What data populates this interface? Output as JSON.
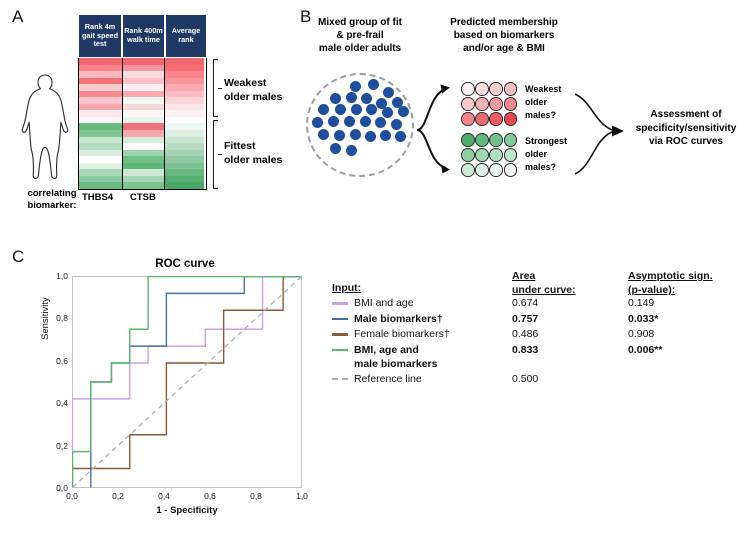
{
  "panels": {
    "a_letter": "A",
    "b_letter": "B",
    "c_letter": "C"
  },
  "panel_a": {
    "body_icon": "male-body-outline-icon",
    "caption": "correlating\nbiomarker:",
    "caption_line1": "correlating",
    "caption_line2": "biomarker:",
    "columns": [
      {
        "header": "Rank 4m gait speed test",
        "biomarker": "THBS4"
      },
      {
        "header": "Rank 400m walk time",
        "biomarker": "CTSB"
      },
      {
        "header": "Average rank",
        "biomarker": ""
      }
    ],
    "header_color": "#1f3864",
    "group_labels": [
      {
        "line1": "Weakest",
        "line2": "older males"
      },
      {
        "line1": "Fittest",
        "line2": "older males"
      }
    ],
    "heatmap": {
      "rows": 18,
      "col1": [
        "#f4666f",
        "#f8838b",
        "#fbb7bc",
        "#f5717a",
        "#fcc9cd",
        "#f58b93",
        "#fbc4c8",
        "#f9a6ac",
        "#fdeaec",
        "#fdf3f4",
        "#66bb7f",
        "#7ec593",
        "#c8e6cf",
        "#b2dcbd",
        "#d8eddd",
        "#ffffff",
        "#e2f1e6",
        "#a9d8b6",
        "#8ccb9f",
        "#6abc81"
      ],
      "col2": [
        "#f4666f",
        "#f9959c",
        "#fcdbde",
        "#fbbfc4",
        "#fdeff0",
        "#f9a9af",
        "#eef7f1",
        "#f6d7db",
        "#fdf6f7",
        "#e9f4ec",
        "#f07079",
        "#f7a7ae",
        "#d6ecdc",
        "#b6ded f",
        "#9dd2ac",
        "#6fbf87",
        "#5cb878",
        "#cfe8d6",
        "#a5d6b3",
        "#7cc492"
      ],
      "col3": [
        "#f4666f",
        "#f66f78",
        "#f8838b",
        "#f9969d",
        "#fbaab0",
        "#fcbec3",
        "#fdd2d6",
        "#fde5e8",
        "#fef3f4",
        "#ffffff",
        "#eef7f1",
        "#ddeee2",
        "#cbe6d3",
        "#b8dcc3",
        "#a4d3b2",
        "#90caa2",
        "#7cc192",
        "#68b881",
        "#57b073",
        "#4aa868"
      ]
    }
  },
  "panel_b": {
    "title_left": "Mixed group of fit\n& pre-frail\nmale older adults",
    "title_left_lines": [
      "Mixed group of fit",
      "& pre-frail",
      "male older adults"
    ],
    "title_right_lines": [
      "Predicted membership",
      "based on biomarkers",
      "and/or age & BMI"
    ],
    "pool_dot_color": "#1f4e9c",
    "pool_dot_count": 28,
    "weakest_label_lines": [
      "Weakest",
      "older",
      "males?"
    ],
    "strongest_label_lines": [
      "Strongest",
      "older",
      "males?"
    ],
    "pink_grid": [
      [
        "#fdf0f1",
        "#fbdfe1",
        "#f9cfd2",
        "#f7c0c4"
      ],
      [
        "#f8c8cc",
        "#f5b1b6",
        "#f29aa0",
        "#f0888f"
      ],
      [
        "#f1838b",
        "#ee6b74",
        "#ec5a64",
        "#e94752"
      ]
    ],
    "green_grid": [
      [
        "#4fae6e",
        "#5fb87c",
        "#71c18b",
        "#84c99a"
      ],
      [
        "#8dcfa2",
        "#9ed7b0",
        "#b0debe",
        "#c2e5cd"
      ],
      [
        "#cfead8",
        "#dff1e5",
        "#ecf7ef",
        "#f7fbf8"
      ]
    ],
    "outcome_lines": [
      "Assessment of",
      "specificity/sensitivity",
      "via ROC curves"
    ]
  },
  "panel_c": {
    "title": "ROC curve",
    "xlabel": "1 - Specificity",
    "ylabel": "Sensitivity",
    "table_headers": {
      "input": "Input:",
      "auc_line1": "Area ",
      "auc_line2": "under curve:",
      "sig_line1": "Asymptotic sign.",
      "sig_line2": "(p-value):"
    },
    "legend": [
      {
        "label": "BMI and age",
        "label2": "",
        "color": "#c9a3e0",
        "bold": false,
        "auc": "0.674",
        "p": "0.149",
        "dashed": false
      },
      {
        "label": "Male biomarkers†",
        "label2": "",
        "color": "#4a6fa5",
        "bold": true,
        "auc": "0.757",
        "p": "0.033*",
        "dashed": false
      },
      {
        "label": "Female biomarkers†",
        "label2": "",
        "color": "#8a5a3b",
        "bold": false,
        "auc": "0.486",
        "p": "0.908",
        "dashed": false
      },
      {
        "label": "BMI, age and",
        "label2": "male biomarkers",
        "color": "#59b86f",
        "bold": true,
        "auc": "0.833",
        "p": "0.006**",
        "dashed": false
      },
      {
        "label": "Reference line",
        "label2": "",
        "color": "#b0b0b0",
        "bold": false,
        "auc": "0.500",
        "p": "",
        "dashed": true
      }
    ]
  },
  "chart_data": {
    "type": "line",
    "title": "ROC curve",
    "xlabel": "1 - Specificity",
    "ylabel": "Sensitivity",
    "xlim": [
      0.0,
      1.0
    ],
    "ylim": [
      0.0,
      1.0
    ],
    "xticks": [
      "0,0",
      "0,2",
      "0,4",
      "0,6",
      "0,8",
      "1,0"
    ],
    "xtick_values": [
      0.0,
      0.2,
      0.4,
      0.6,
      0.8,
      1.0
    ],
    "yticks": [
      "0,0",
      "0,2",
      "0,4",
      "0,6",
      "0,8",
      "1,0"
    ],
    "ytick_values": [
      0.0,
      0.2,
      0.4,
      0.6,
      0.8,
      1.0
    ],
    "grid": false,
    "legend_position": "right",
    "series": [
      {
        "name": "BMI and age",
        "color": "#c9a3e0",
        "auc": 0.674,
        "p_value": 0.149,
        "points": [
          [
            0.0,
            0.0
          ],
          [
            0.0,
            0.42
          ],
          [
            0.25,
            0.42
          ],
          [
            0.25,
            0.59
          ],
          [
            0.33,
            0.59
          ],
          [
            0.33,
            0.67
          ],
          [
            0.58,
            0.67
          ],
          [
            0.58,
            0.75
          ],
          [
            0.83,
            0.75
          ],
          [
            0.83,
            1.0
          ],
          [
            1.0,
            1.0
          ]
        ]
      },
      {
        "name": "Male biomarkers†",
        "color": "#4a6fa5",
        "auc": 0.757,
        "p_value": 0.033,
        "points": [
          [
            0.08,
            0.0
          ],
          [
            0.08,
            0.5
          ],
          [
            0.17,
            0.5
          ],
          [
            0.17,
            0.59
          ],
          [
            0.25,
            0.59
          ],
          [
            0.25,
            0.67
          ],
          [
            0.41,
            0.67
          ],
          [
            0.41,
            0.92
          ],
          [
            0.75,
            0.92
          ],
          [
            0.75,
            1.0
          ],
          [
            1.0,
            1.0
          ]
        ]
      },
      {
        "name": "Female biomarkers†",
        "color": "#8a5a3b",
        "auc": 0.486,
        "p_value": 0.908,
        "points": [
          [
            0.0,
            0.0
          ],
          [
            0.0,
            0.09
          ],
          [
            0.25,
            0.09
          ],
          [
            0.25,
            0.25
          ],
          [
            0.41,
            0.25
          ],
          [
            0.41,
            0.59
          ],
          [
            0.66,
            0.59
          ],
          [
            0.66,
            0.84
          ],
          [
            0.92,
            0.84
          ],
          [
            0.92,
            1.0
          ],
          [
            1.0,
            1.0
          ]
        ]
      },
      {
        "name": "BMI, age and male biomarkers",
        "color": "#59b86f",
        "auc": 0.833,
        "p_value": 0.006,
        "points": [
          [
            0.0,
            0.0
          ],
          [
            0.0,
            0.17
          ],
          [
            0.08,
            0.17
          ],
          [
            0.08,
            0.5
          ],
          [
            0.17,
            0.5
          ],
          [
            0.17,
            0.59
          ],
          [
            0.25,
            0.59
          ],
          [
            0.25,
            0.75
          ],
          [
            0.33,
            0.75
          ],
          [
            0.33,
            1.0
          ],
          [
            1.0,
            1.0
          ]
        ]
      },
      {
        "name": "Reference line",
        "color": "#b0b0b0",
        "auc": 0.5,
        "dashed": true,
        "points": [
          [
            0.0,
            0.0
          ],
          [
            1.0,
            1.0
          ]
        ]
      }
    ]
  }
}
